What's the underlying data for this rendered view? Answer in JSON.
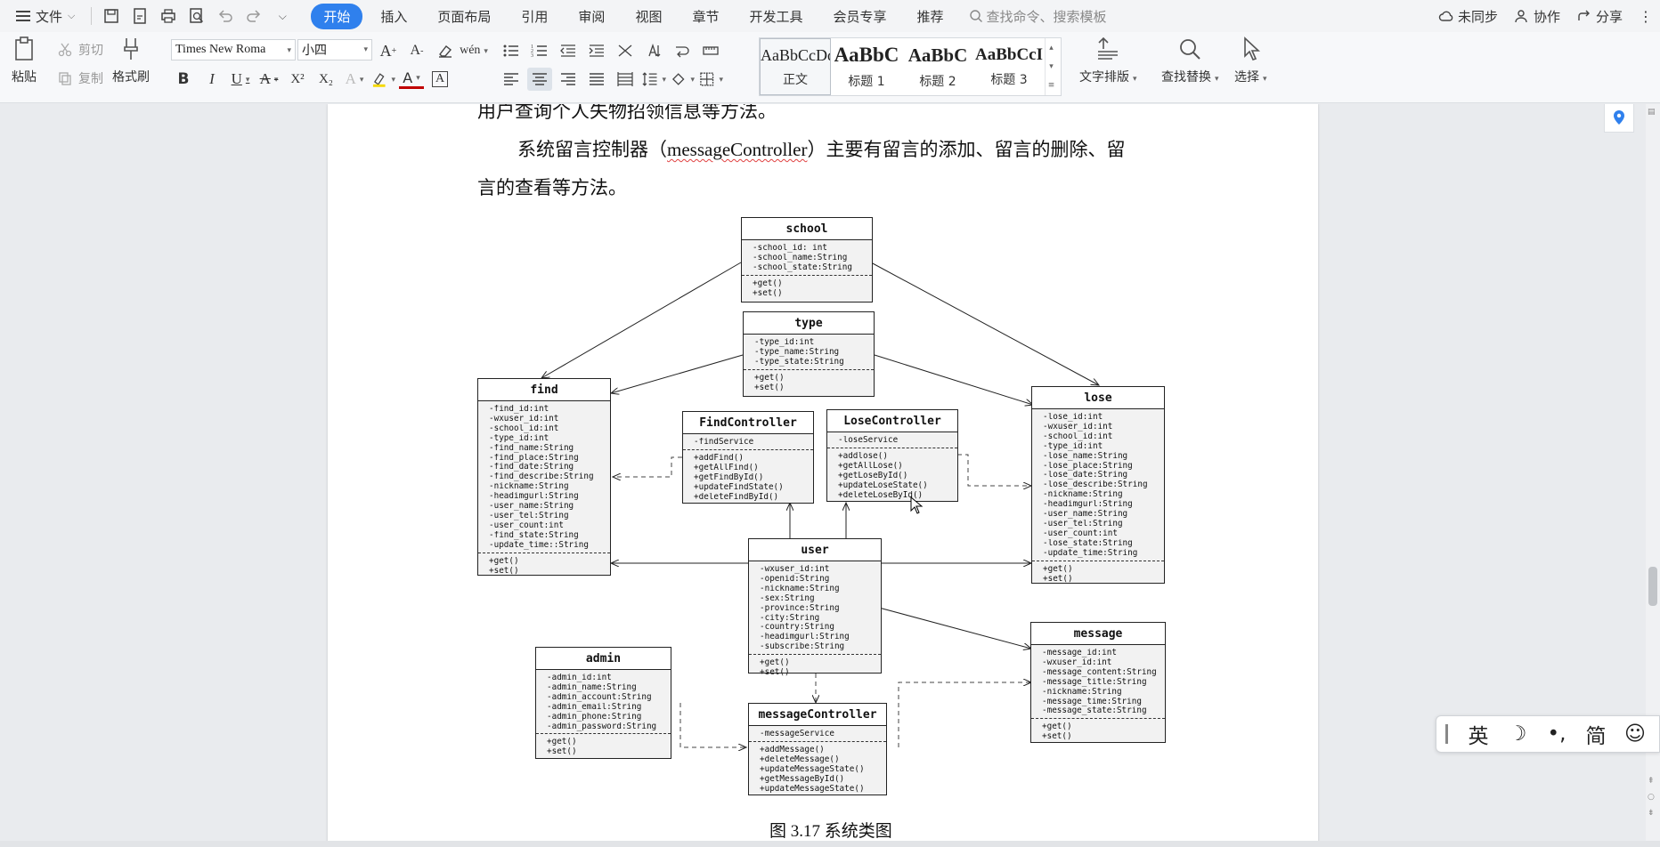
{
  "menubar": {
    "file_label": "文件",
    "tabs": [
      {
        "label": "开始",
        "active": true
      },
      {
        "label": "插入"
      },
      {
        "label": "页面布局"
      },
      {
        "label": "引用"
      },
      {
        "label": "审阅"
      },
      {
        "label": "视图"
      },
      {
        "label": "章节"
      },
      {
        "label": "开发工具"
      },
      {
        "label": "会员专享"
      },
      {
        "label": "推荐"
      }
    ],
    "search_placeholder": "查找命令、搜索模板",
    "right": {
      "sync": "未同步",
      "collab": "协作",
      "share": "分享"
    }
  },
  "ribbon": {
    "paste": "粘贴",
    "cut": "剪切",
    "copy": "复制",
    "format_painter": "格式刷",
    "font_name": "Times New Roma",
    "font_size": "小四",
    "styles": [
      {
        "sample": "AaBbCcDd",
        "name": "正文"
      },
      {
        "sample": "AaBbC",
        "name": "标题 1"
      },
      {
        "sample": "AaBbC",
        "name": "标题 2"
      },
      {
        "sample": "AaBbCcI",
        "name": "标题 3"
      }
    ],
    "text_layout": "文字排版",
    "find_replace": "查找替换",
    "select": "选择"
  },
  "document": {
    "line1": "用户查询个人失物招领信息等方法。",
    "line2_a": "系统留言控制器（",
    "line2_b": "messageController",
    "line2_c": "）主要有留言的添加、留言的删除、留",
    "line3": "言的查看等方法。",
    "caption": "图 3.17 系统类图"
  },
  "uml": {
    "school": {
      "name": "school",
      "fields": [
        "-school_id: int",
        "-school_name:String",
        "-school_state:String"
      ],
      "methods": [
        "+get()",
        "+set()"
      ]
    },
    "type": {
      "name": "type",
      "fields": [
        "-type_id:int",
        "-type_name:String",
        "-type_state:String"
      ],
      "methods": [
        "+get()",
        "+set()"
      ]
    },
    "find": {
      "name": "find",
      "fields": [
        "-find_id:int",
        "-wxuser_id:int",
        "-school_id:int",
        "-type_id:int",
        "-find_name:String",
        "-find_place:String",
        "-find_date:String",
        "-find_describe:String",
        "-nickname:String",
        "-headimgurl:String",
        "-user_name:String",
        "-user_tel:String",
        "-user_count:int",
        "-find_state:String",
        "-update_time::String"
      ],
      "methods": [
        "+get()",
        "+set()"
      ]
    },
    "lose": {
      "name": "lose",
      "fields": [
        "-lose_id:int",
        "-wxuser_id:int",
        "-school_id:int",
        "-type_id:int",
        "-lose_name:String",
        "-lose_place:String",
        "-lose_date:String",
        "-lose_describe:String",
        "-nickname:String",
        "-headimgurl:String",
        "-user_name:String",
        "-user_tel:String",
        "-user_count:int",
        "-lose_state:String",
        "-update_time:String"
      ],
      "methods": [
        "+get()",
        "+set()"
      ]
    },
    "findController": {
      "name": "FindController",
      "fields": [
        "-findService"
      ],
      "methods": [
        "+addFind()",
        "+getAllFind()",
        "+getFindById()",
        "+updateFindState()",
        "+deleteFindById()"
      ]
    },
    "loseController": {
      "name": "LoseController",
      "fields": [
        "-loseService"
      ],
      "methods": [
        "+addlose()",
        "+getAllLose()",
        "+getLoseById()",
        "+updateLoseState()",
        "+deleteLoseById()"
      ]
    },
    "user": {
      "name": "user",
      "fields": [
        "-wxuser_id:int",
        "-openid:String",
        "-nickname:String",
        "-sex:String",
        "-province:String",
        "-city:String",
        "-country:String",
        "-headimgurl:String",
        "-subscribe:String"
      ],
      "methods": [
        "+get()",
        "+set()"
      ]
    },
    "message": {
      "name": "message",
      "fields": [
        "-message_id:int",
        "-wxuser_id:int",
        "-message_content:String",
        "-message_title:String",
        "-nickname:String",
        "-message_time:String",
        "-message_state:String"
      ],
      "methods": [
        "+get()",
        "+set()"
      ]
    },
    "admin": {
      "name": "admin",
      "fields": [
        "-admin_id:int",
        "-admin_name:String",
        "-admin_account:String",
        "-admin_email:String",
        "-admin_phone:String",
        "-admin_password:String"
      ],
      "methods": [
        "+get()",
        "+set()"
      ]
    },
    "messageController": {
      "name": "messageController",
      "fields": [
        "-messageService"
      ],
      "methods": [
        "+addMessage()",
        "+deleteMessage()",
        "+updateMessageState()",
        "+getMessageById()",
        "+updateMessageState()"
      ]
    }
  },
  "ime": {
    "lang": "英",
    "moon": "☽",
    "punct": "•,",
    "simp": "简",
    "emoji": "☺"
  }
}
